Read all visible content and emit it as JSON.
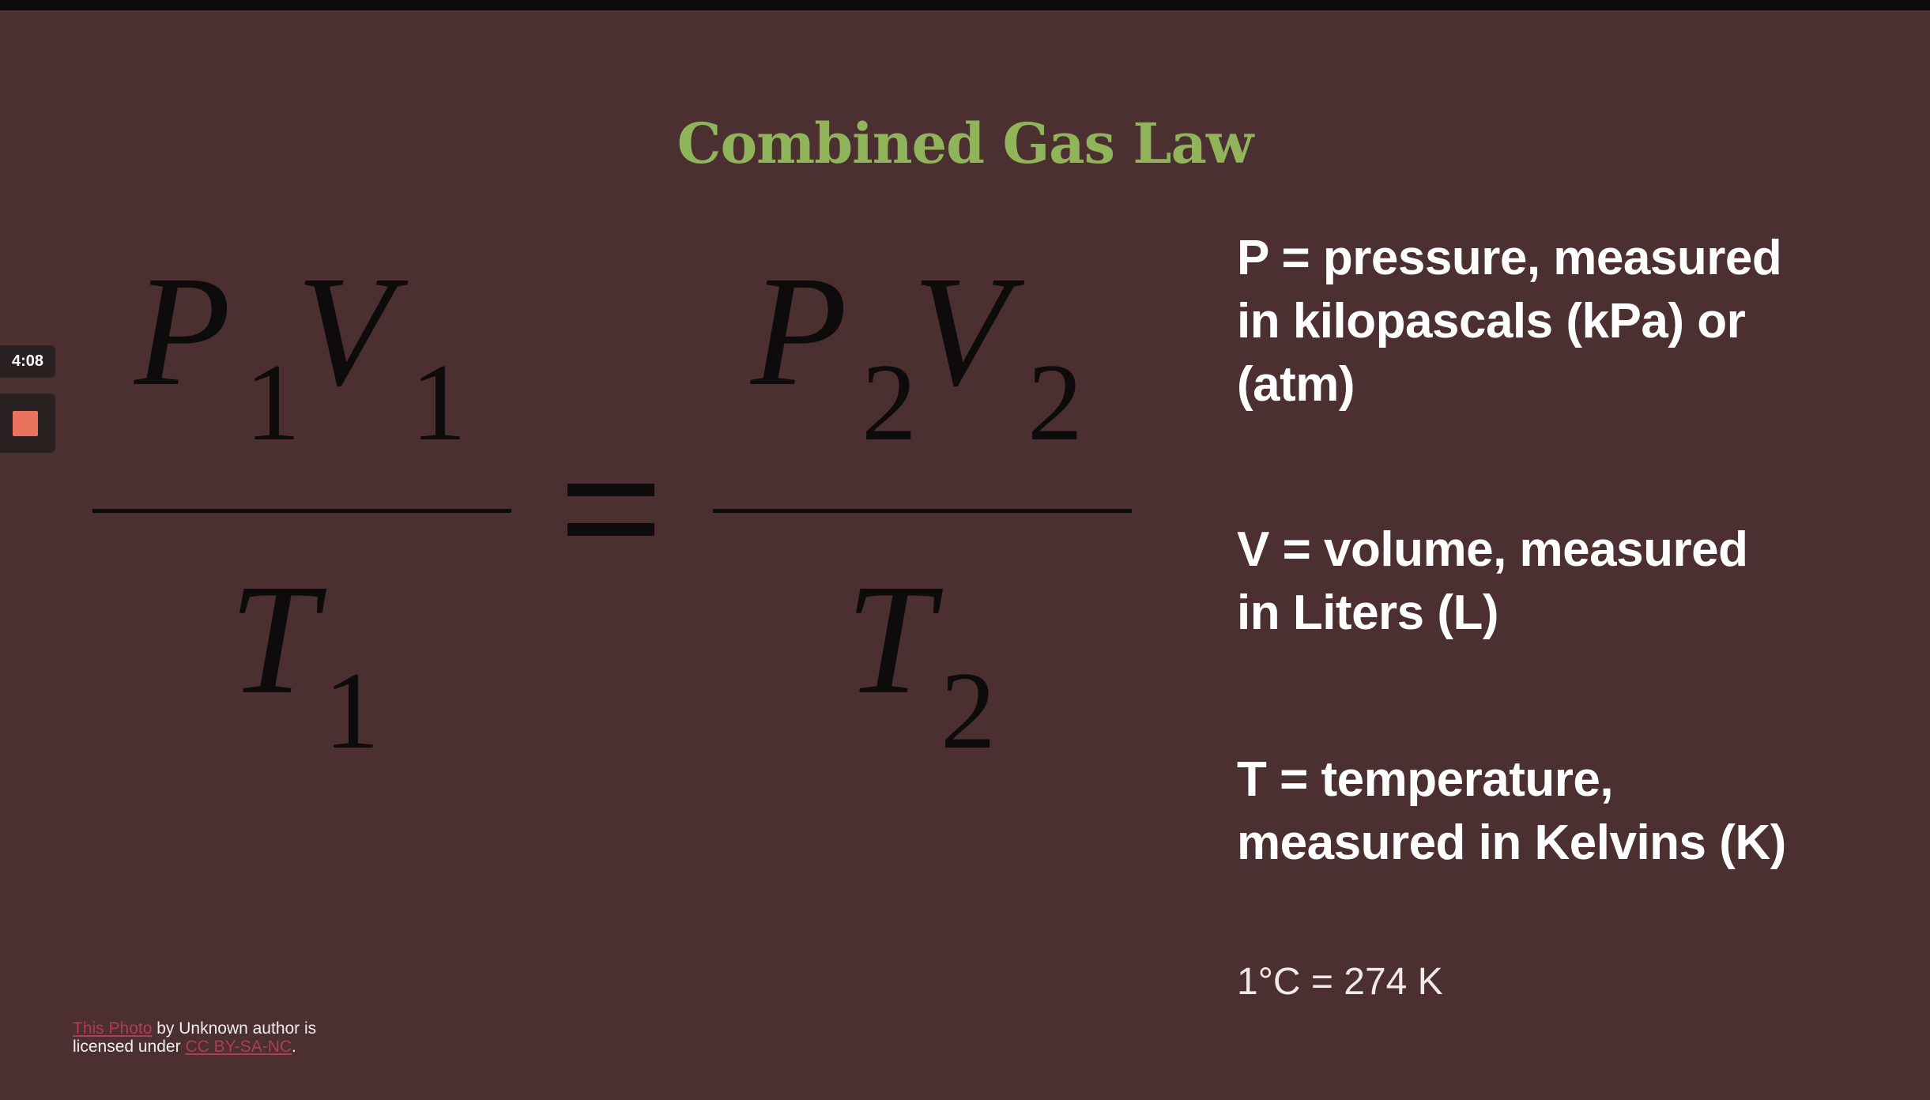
{
  "slide": {
    "title": "Combined Gas Law",
    "equation": {
      "left": {
        "num_a": "P",
        "sub_a": "1",
        "num_b": "V",
        "sub_b": "1",
        "den": "T",
        "sub_den": "1"
      },
      "right": {
        "num_a": "P",
        "sub_a": "2",
        "num_b": "V",
        "sub_b": "2",
        "den": "T",
        "sub_den": "2"
      }
    },
    "definitions": [
      {
        "line1": "P = pressure, measured",
        "line2": "in kilopascals (kPa) or",
        "line3": "(atm)"
      },
      {
        "line1": "V = volume, measured",
        "line2": "in Liters (L)"
      },
      {
        "line1": "T = temperature,",
        "line2": "measured in Kelvins (K)"
      }
    ],
    "note": "1°C = 274 K",
    "credit": {
      "link1": "This Photo",
      "text1": " by Unknown author is",
      "text2": "licensed under ",
      "link2": "CC BY-SA-NC",
      "text3": "."
    }
  },
  "recorder": {
    "timer": "4:08",
    "stop_color": "#e8725c"
  }
}
